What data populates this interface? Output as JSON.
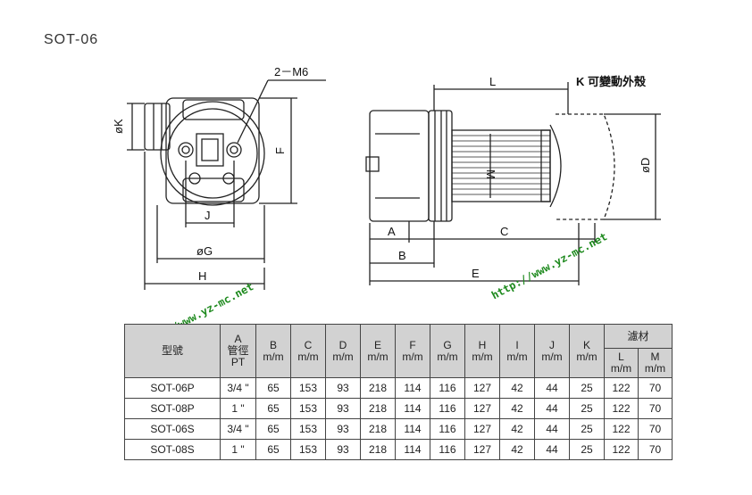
{
  "title": "SOT-06",
  "drawing_labels": {
    "left_view": {
      "m6": "2－M6",
      "k": "øK",
      "f": "F",
      "j": "J",
      "g": "øG",
      "h": "H"
    },
    "right_view": {
      "l": "L",
      "k_note": "K 可變動外殼",
      "m": "M",
      "d": "øD",
      "a": "A",
      "b": "B",
      "c": "C",
      "e": "E"
    }
  },
  "watermark": "http://www.yz-mc.net",
  "table": {
    "model_header": "型號",
    "a_header": [
      "A",
      "管徑",
      "PT"
    ],
    "letters": [
      "B",
      "C",
      "D",
      "E",
      "F",
      "G",
      "H",
      "I",
      "J",
      "K"
    ],
    "unit": "m/m",
    "filter_header": "濾材",
    "filter_cols": [
      "L",
      "M"
    ],
    "rows": [
      {
        "model": "SOT-06P",
        "a": "3/4 \"",
        "vals": [
          "65",
          "153",
          "93",
          "218",
          "114",
          "116",
          "127",
          "42",
          "44",
          "25",
          "122",
          "70"
        ]
      },
      {
        "model": "SOT-08P",
        "a": "1 \"",
        "vals": [
          "65",
          "153",
          "93",
          "218",
          "114",
          "116",
          "127",
          "42",
          "44",
          "25",
          "122",
          "70"
        ]
      },
      {
        "model": "SOT-06S",
        "a": "3/4 \"",
        "vals": [
          "65",
          "153",
          "93",
          "218",
          "114",
          "116",
          "127",
          "42",
          "44",
          "25",
          "122",
          "70"
        ]
      },
      {
        "model": "SOT-08S",
        "a": "1 \"",
        "vals": [
          "65",
          "153",
          "93",
          "218",
          "114",
          "116",
          "127",
          "42",
          "44",
          "25",
          "122",
          "70"
        ]
      }
    ]
  }
}
